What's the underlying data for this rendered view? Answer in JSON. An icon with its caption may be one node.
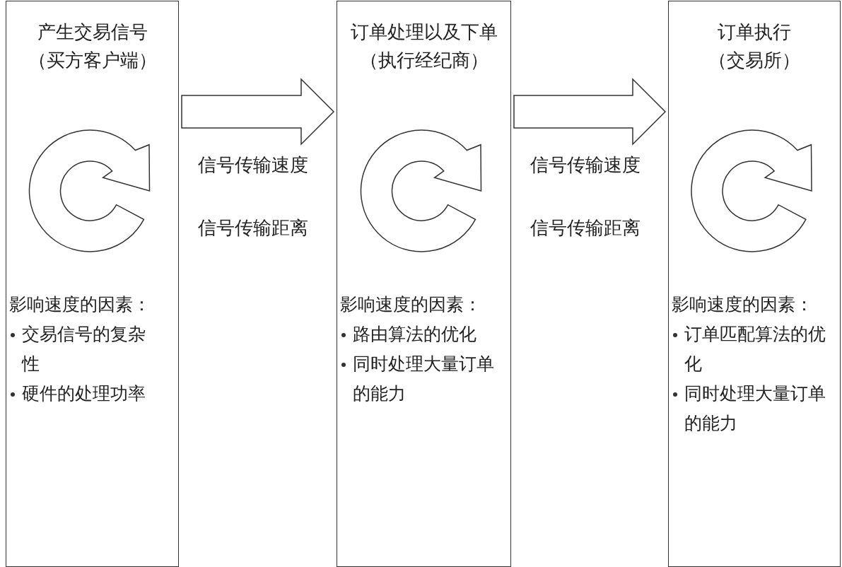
{
  "diagram": {
    "nodes": [
      {
        "text": [
          "产生交易信号",
          "（买方客户端）",
          "影响速度的因素：",
          "交易信号的复杂性",
          "硬件的处理功率"
        ]
      },
      {
        "text": [
          "订单处理以及下单",
          "（执行经纪商）",
          "影响速度的因素：",
          "路由算法的优化",
          "同时处理大量订单的能力"
        ]
      },
      {
        "text": [
          "订单执行",
          "（交易所）",
          "影响速度的因素：",
          "订单匹配算法的优化",
          "同时处理大量订单的能力"
        ]
      }
    ],
    "edges": [
      {
        "from": 0,
        "to": 1,
        "arrow": "to"
      },
      {
        "from": 1,
        "to": 2,
        "arrow": "to"
      }
    ],
    "labels": [
      "信号传输速度",
      "信号传输距离",
      "信号传输速度",
      "信号传输距离"
    ]
  }
}
